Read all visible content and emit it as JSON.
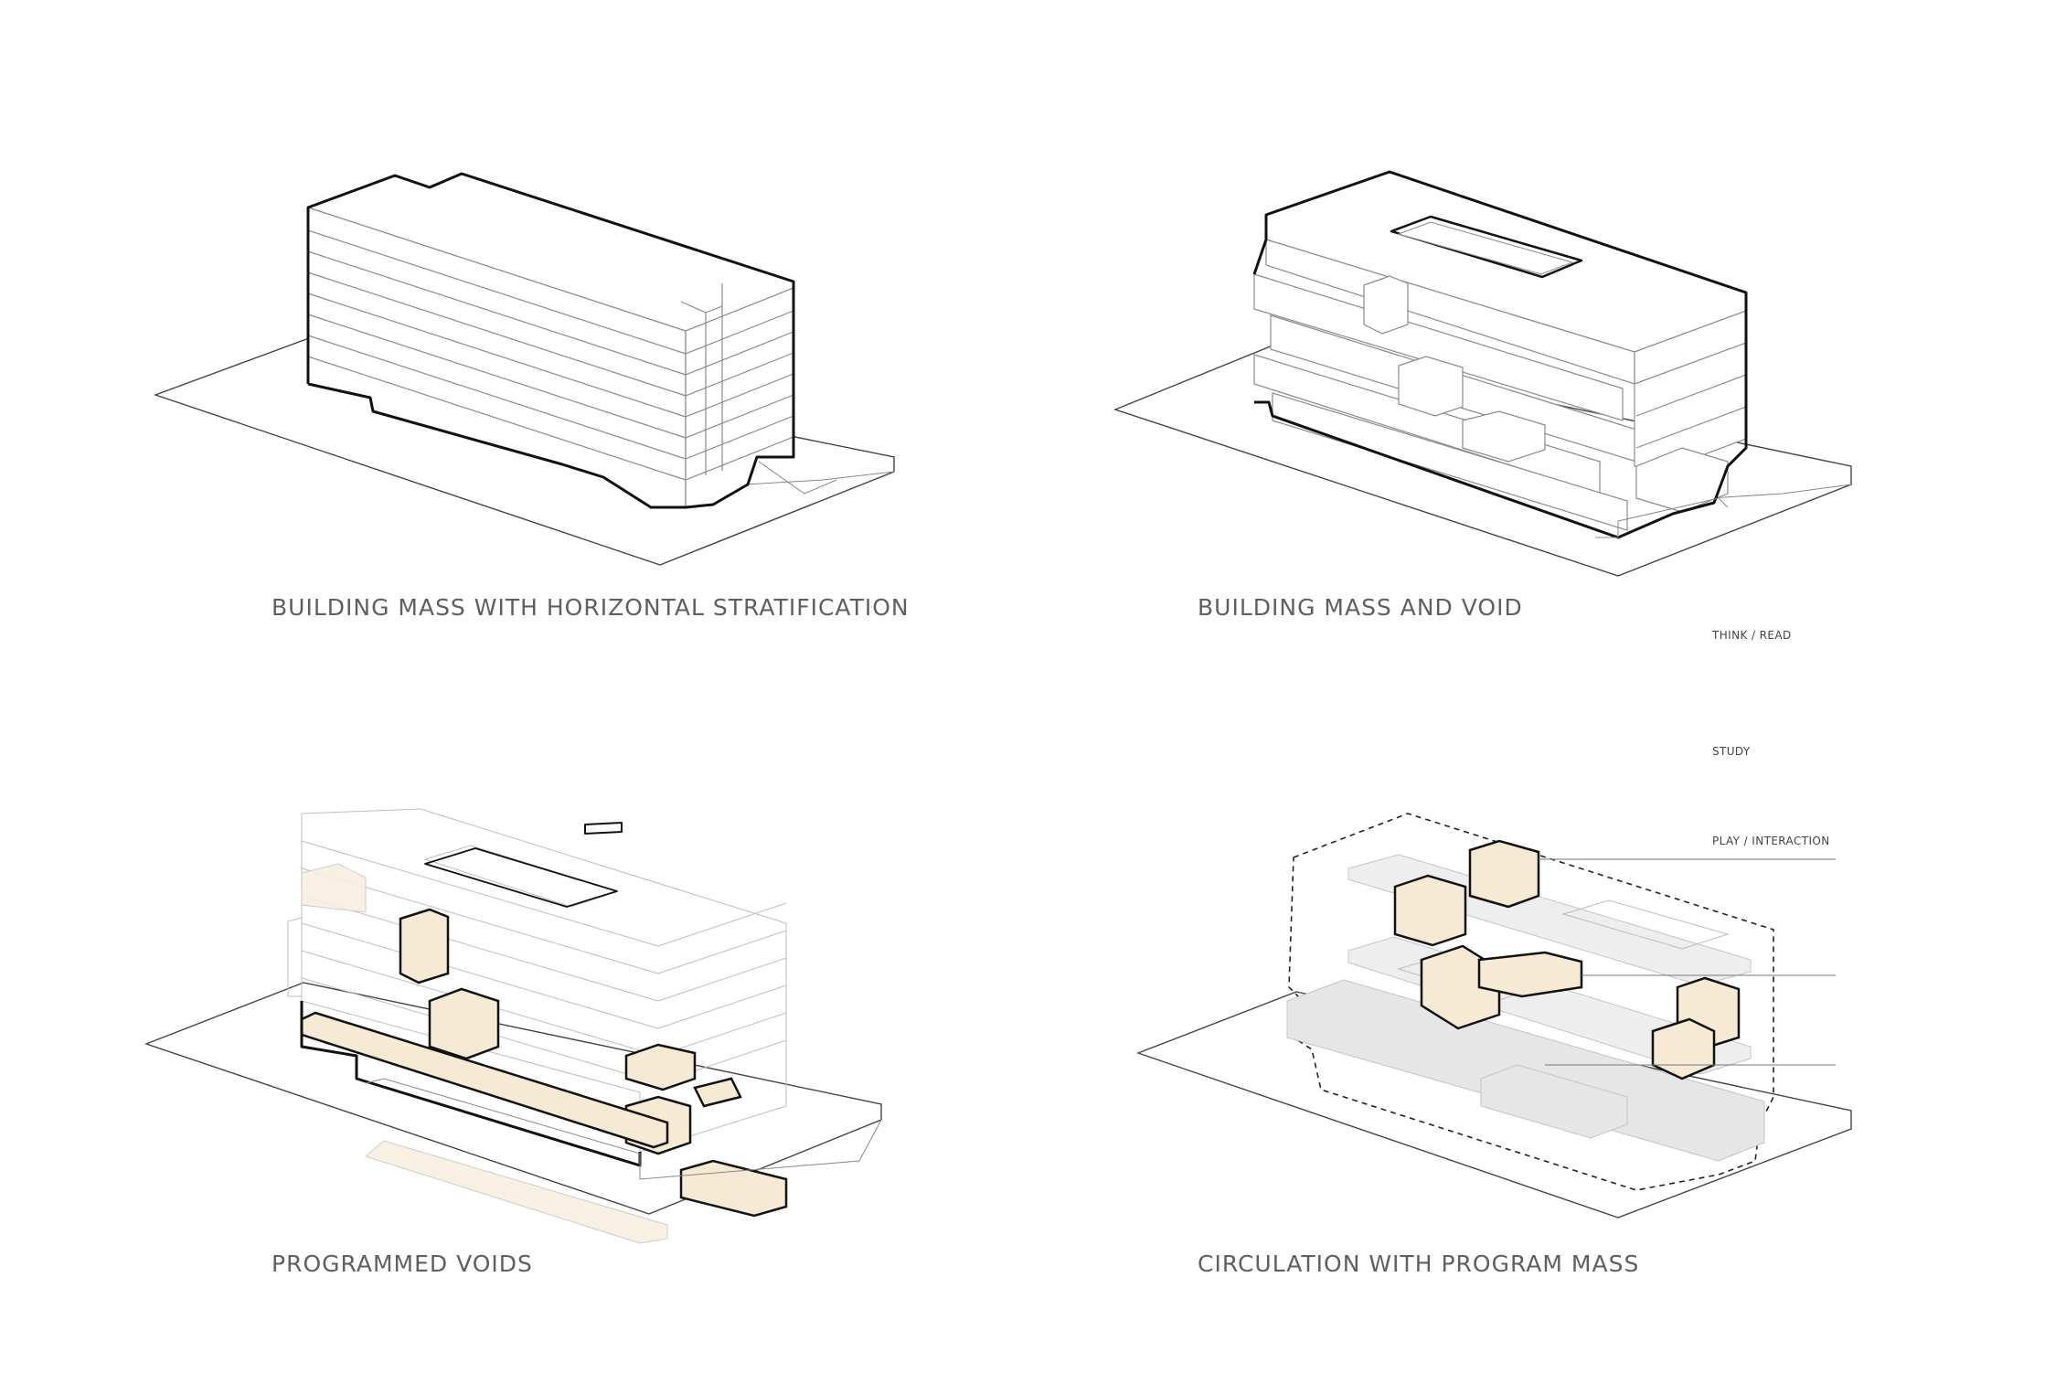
{
  "panels": [
    {
      "caption": "BUILDING MASS WITH HORIZONTAL STRATIFICATION"
    },
    {
      "caption": "BUILDING MASS AND VOID"
    },
    {
      "caption": "PROGRAMMED VOIDS"
    },
    {
      "caption": "CIRCULATION WITH PROGRAM MASS"
    }
  ],
  "program_labels": [
    "THINK / READ",
    "STUDY",
    "PLAY / INTERACTION"
  ],
  "colors": {
    "void_fill": "#f6ead4",
    "outline": "#111111",
    "line": "#8a8a8a",
    "caption": "#5f5f5f",
    "circulation": "#e6e6e6"
  }
}
